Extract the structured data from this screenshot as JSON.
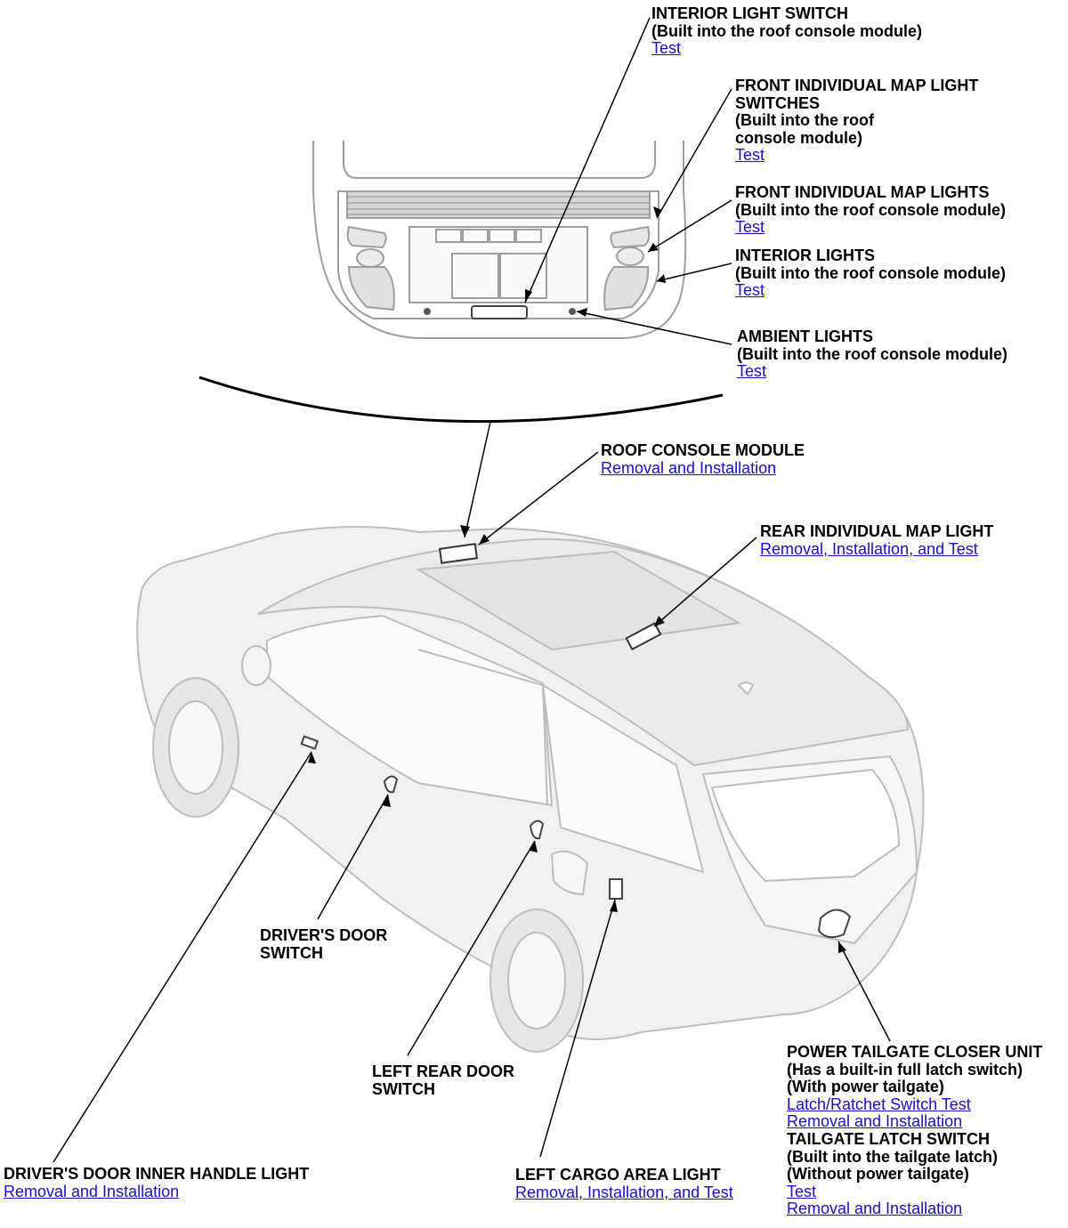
{
  "colors": {
    "link": "#1a0dcc",
    "text": "#000000",
    "line": "#000000",
    "body_fill": "#f0f0f0",
    "body_stroke": "#bdbdbd"
  },
  "callouts": {
    "interior_light_switch": {
      "lines": [
        "INTERIOR LIGHT SWITCH",
        "(Built into the roof console module)"
      ],
      "links": [
        "Test"
      ]
    },
    "front_map_light_switches": {
      "lines": [
        "FRONT INDIVIDUAL MAP LIGHT",
        "SWITCHES",
        "(Built into the roof",
        "console module)"
      ],
      "links": [
        "Test"
      ]
    },
    "front_map_lights": {
      "lines": [
        "FRONT INDIVIDUAL MAP LIGHTS",
        "(Built into the roof console module)"
      ],
      "links": [
        "Test"
      ]
    },
    "interior_lights": {
      "lines": [
        "INTERIOR LIGHTS",
        "(Built into the roof console module)"
      ],
      "links": [
        "Test"
      ]
    },
    "ambient_lights": {
      "lines": [
        "AMBIENT LIGHTS",
        "(Built into the roof console module)"
      ],
      "links": [
        "Test"
      ]
    },
    "roof_console_module": {
      "lines": [
        "ROOF CONSOLE MODULE"
      ],
      "links": [
        "Removal and Installation"
      ]
    },
    "rear_map_light": {
      "lines": [
        "REAR INDIVIDUAL MAP LIGHT"
      ],
      "links": [
        "Removal, Installation, and Test"
      ]
    },
    "drivers_door_switch": {
      "lines": [
        "DRIVER'S DOOR",
        "SWITCH"
      ],
      "links": []
    },
    "left_rear_door_switch": {
      "lines": [
        "LEFT REAR DOOR",
        "SWITCH"
      ],
      "links": []
    },
    "inner_handle_light": {
      "lines": [
        "DRIVER'S DOOR INNER HANDLE LIGHT"
      ],
      "links": [
        "Removal and Installation"
      ]
    },
    "left_cargo_light": {
      "lines": [
        "LEFT CARGO AREA LIGHT"
      ],
      "links": [
        "Removal, Installation, and Test"
      ]
    },
    "tailgate": {
      "line1": "POWER TAILGATE CLOSER UNIT",
      "line2": "(Has a built-in full latch switch)",
      "line3": "(With power tailgate)",
      "link1": "Latch/Ratchet Switch Test",
      "link2": "Removal and Installation",
      "line4": "TAILGATE LATCH SWITCH",
      "line5": "(Built into the tailgate latch)",
      "line6": "(Without power tailgate)",
      "link3": "Test",
      "link4": "Removal and Installation"
    }
  }
}
